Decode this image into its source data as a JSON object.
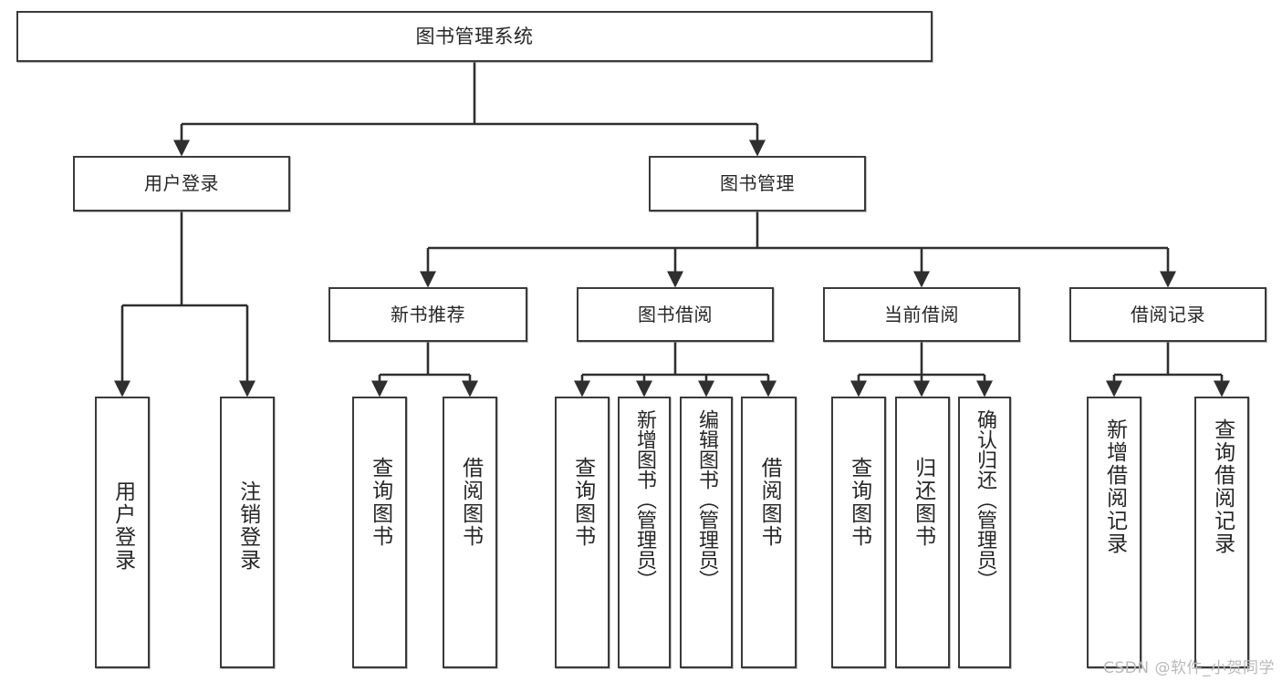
{
  "diagram": {
    "type": "tree",
    "title": "图书管理系统",
    "watermark": "CSDN @软件_小贺同学",
    "colors": {
      "box_border": "#3a3a3a",
      "box_fill": "#ffffff",
      "edge": "#2f2f2f",
      "text": "#262626",
      "watermark": "#b9b9b9"
    },
    "nodes": {
      "root": {
        "label": "图书管理系统"
      },
      "tier1": [
        {
          "id": "user-login",
          "label": "用户登录"
        },
        {
          "id": "book-manage",
          "label": "图书管理"
        }
      ],
      "tier2": [
        {
          "id": "new-book-recommend",
          "label": "新书推荐"
        },
        {
          "id": "book-borrow",
          "label": "图书借阅"
        },
        {
          "id": "current-borrow",
          "label": "当前借阅"
        },
        {
          "id": "borrow-record",
          "label": "借阅记录"
        }
      ],
      "leaves": {
        "user-login": [
          {
            "id": "leaf-user-login",
            "label": "用户登录"
          },
          {
            "id": "leaf-logout",
            "label": "注销登录"
          }
        ],
        "new-book-recommend": [
          {
            "id": "leaf-query-book-1",
            "label": "查询图书"
          },
          {
            "id": "leaf-borrow-book-1",
            "label": "借阅图书"
          }
        ],
        "book-borrow": [
          {
            "id": "leaf-query-book-2",
            "label": "查询图书"
          },
          {
            "id": "leaf-add-book",
            "label": "新增图书（管理员）"
          },
          {
            "id": "leaf-edit-book",
            "label": "编辑图书（管理员）"
          },
          {
            "id": "leaf-borrow-book-2",
            "label": "借阅图书"
          }
        ],
        "current-borrow": [
          {
            "id": "leaf-query-book-3",
            "label": "查询图书"
          },
          {
            "id": "leaf-return-book",
            "label": "归还图书"
          },
          {
            "id": "leaf-confirm-return",
            "label": "确认归还（管理员）"
          }
        ],
        "borrow-record": [
          {
            "id": "leaf-add-record",
            "label": "新增借阅记录"
          },
          {
            "id": "leaf-query-record",
            "label": "查询借阅记录"
          }
        ]
      }
    }
  }
}
